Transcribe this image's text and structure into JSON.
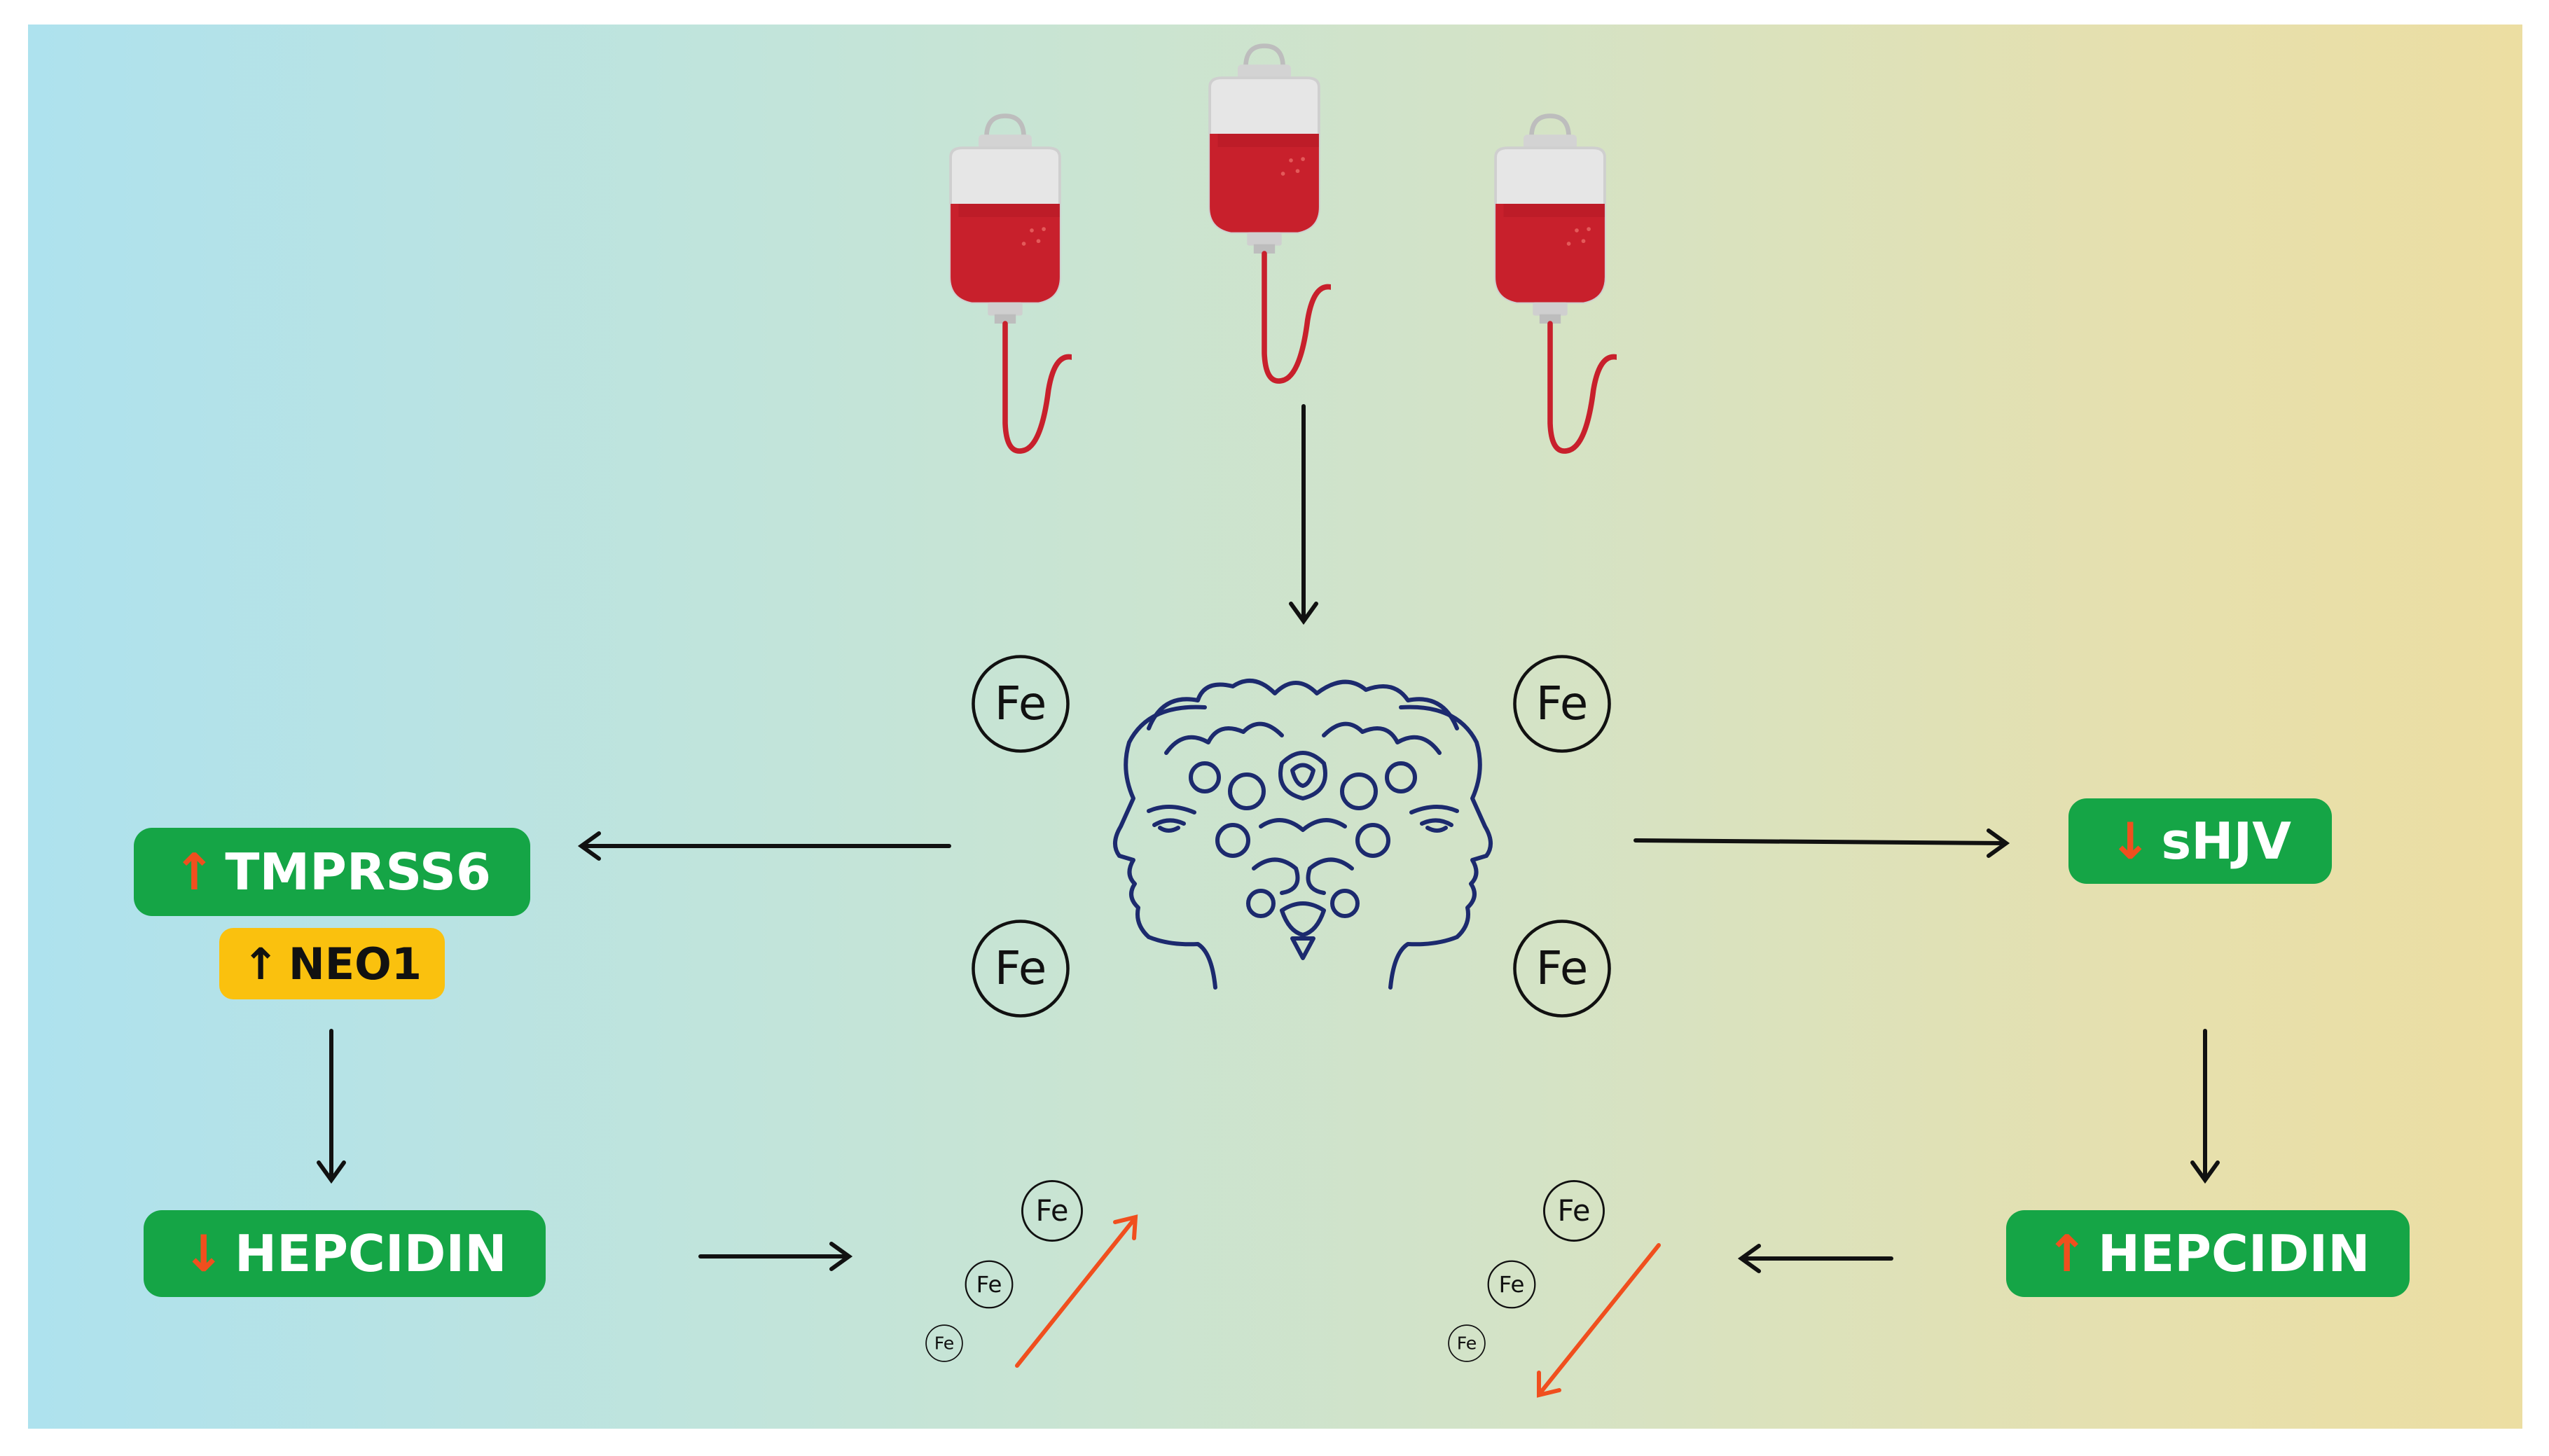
{
  "element_symbol": "Fe",
  "left": {
    "top_box": {
      "arrow": "↑",
      "label": "TMPRSS6"
    },
    "sub_box": {
      "arrow": "↑",
      "label": "NEO1"
    },
    "bottom_box": {
      "arrow": "↓",
      "label": "HEPCIDIN"
    }
  },
  "right": {
    "top_box": {
      "arrow": "↓",
      "label": "sHJV"
    },
    "bottom_box": {
      "arrow": "↑",
      "label": "HEPCIDIN"
    }
  },
  "colors": {
    "green": "#15a546",
    "yellow": "#fac10e",
    "red_arrow": "#f04f1e",
    "blood": "#c8202c",
    "bag": "#e4e4e4",
    "janus": "#1c2a6e"
  },
  "icons": [
    "blood-bag-icon",
    "janus-head-icon",
    "iron-circle-icon",
    "arrow-icon"
  ]
}
